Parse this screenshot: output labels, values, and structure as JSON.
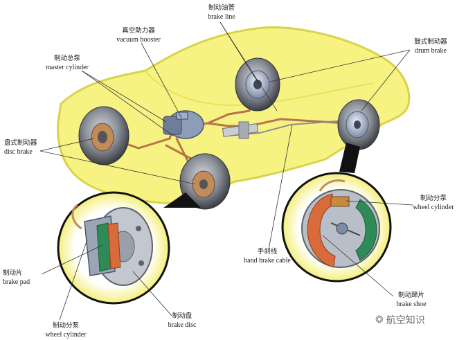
{
  "labels": {
    "brake_line": {
      "zh": "制动油管",
      "en": "brake line"
    },
    "vacuum_booster": {
      "zh": "真空助力器",
      "en": "vacuum booster"
    },
    "master_cylinder": {
      "zh": "制动总泵",
      "en": "master cylinder"
    },
    "drum_brake": {
      "zh": "鼓式制动器",
      "en": "drum brake"
    },
    "disc_brake": {
      "zh": "盘式制动器",
      "en": "disc brake"
    },
    "wheel_cylinder_right": {
      "zh": "制动分泵",
      "en": "wheel cylinder"
    },
    "hand_brake_cable": {
      "zh": "手刹线",
      "en": "hand brake cable"
    },
    "brake_pad": {
      "zh": "制动片",
      "en": "brake pad"
    },
    "brake_shoe": {
      "zh": "制动蹄片",
      "en": "brake shoe"
    },
    "brake_disc": {
      "zh": "制动盘",
      "en": "brake disc"
    },
    "wheel_cylinder_left": {
      "zh": "制动分泵",
      "en": "wheel cylinder"
    }
  },
  "watermark": {
    "text": "航空知识",
    "icon": "wechat-icon"
  },
  "colors": {
    "body_fill": "#f6f383",
    "body_stroke": "#d9d34a",
    "brake_line": "#b7744a",
    "tire": "#5a5a5a",
    "hub": "#a9b4c8",
    "callout_glow": "#fbf7a6"
  }
}
